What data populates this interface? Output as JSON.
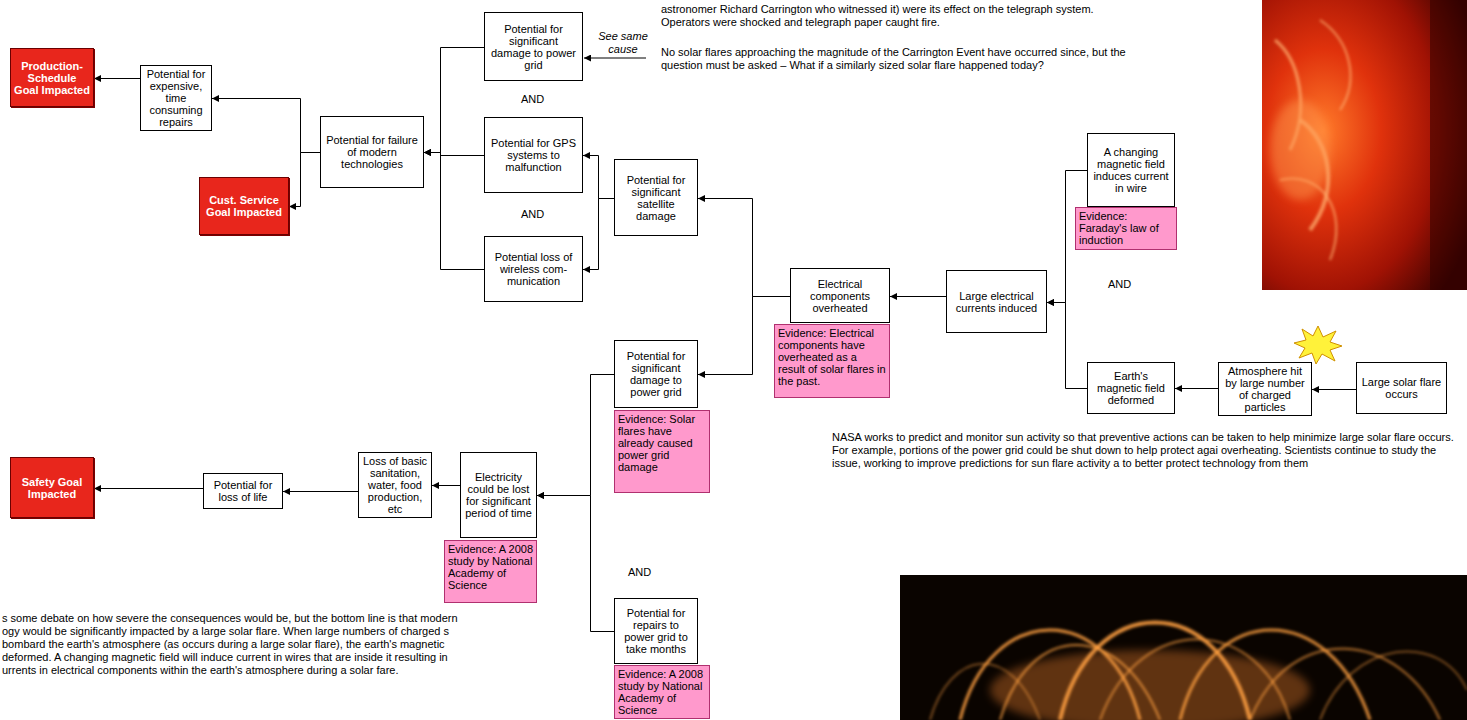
{
  "diagram": {
    "nodes": [
      {
        "text": [
          "Production-Schedule Goal Impacted"
        ]
      },
      {
        "text": [
          "Potential for expensive, time consuming repairs"
        ]
      },
      {
        "text": [
          "Cust. Service Goal Impacted"
        ]
      },
      {
        "text": [
          "Potential for failure of modern technologies"
        ]
      },
      {
        "text": [
          "Potential for significant damage to power grid"
        ]
      },
      {
        "text": [
          "Potential for GPS systems to malfunction"
        ]
      },
      {
        "text": [
          "Potential loss of wireless com- munication"
        ]
      },
      {
        "text": [
          "Potential for significant satellite damage"
        ]
      },
      {
        "text": [
          "Electrical components overheated"
        ]
      },
      {
        "text": [
          "Evidence: Electrical components have overheated as a result of solar flares in the past."
        ]
      },
      {
        "text": [
          "Large electrical currents induced"
        ]
      },
      {
        "text": [
          "A changing magnetic field induces current in wire"
        ]
      },
      {
        "text": [
          "Evidence: Faraday's law of induction"
        ]
      },
      {
        "text": [
          "Earth's magnetic field deformed"
        ]
      },
      {
        "text": [
          "Atmosphere hit by large number of charged particles"
        ]
      },
      {
        "text": [
          "Large solar flare occurs"
        ]
      },
      {
        "text": [
          "Potential for significant damage to power grid"
        ]
      },
      {
        "text": [
          "Evidence: Solar flares have already caused power grid damage"
        ]
      },
      {
        "text": [
          "Electricity could be lost for significant period of time"
        ]
      },
      {
        "text": [
          "Evidence: A 2008 study by National Academy of Science"
        ]
      },
      {
        "text": [
          "Loss of basic sanitation, water, food production, etc"
        ]
      },
      {
        "text": [
          "Potential for loss of life"
        ]
      },
      {
        "text": [
          "Safety Goal Impacted"
        ]
      },
      {
        "text": [
          "Potential for repairs to power grid to take months"
        ]
      },
      {
        "text": [
          "Evidence: A 2008 study by National Academy of Science"
        ]
      }
    ],
    "edges": [
      {
        "from": 1,
        "to": 0,
        "arrow": "to"
      },
      {
        "from": 3,
        "to": 1,
        "arrow": "to"
      },
      {
        "from": 3,
        "to": 2,
        "arrow": "to"
      },
      {
        "from": 4,
        "to": 3,
        "arrow": "to"
      },
      {
        "from": 5,
        "to": 3,
        "arrow": "to"
      },
      {
        "from": 6,
        "to": 3,
        "arrow": "to"
      },
      {
        "from": 7,
        "to": 5,
        "arrow": "to"
      },
      {
        "from": 7,
        "to": 6,
        "arrow": "to"
      },
      {
        "from": 8,
        "to": 7,
        "arrow": "to"
      },
      {
        "from": 8,
        "to": 16,
        "arrow": "to"
      },
      {
        "from": 10,
        "to": 8,
        "arrow": "to"
      },
      {
        "from": 11,
        "to": 10,
        "arrow": "to"
      },
      {
        "from": 13,
        "to": 10,
        "arrow": "to"
      },
      {
        "from": 14,
        "to": 13,
        "arrow": "to"
      },
      {
        "from": 15,
        "to": 14,
        "arrow": "to"
      },
      {
        "from": 16,
        "to": 18,
        "arrow": "to"
      },
      {
        "from": 23,
        "to": 18,
        "arrow": "to"
      },
      {
        "from": 18,
        "to": 20,
        "arrow": "to"
      },
      {
        "from": 20,
        "to": 21,
        "arrow": "to"
      },
      {
        "from": 21,
        "to": 22,
        "arrow": "to"
      }
    ],
    "labels": [
      "See same cause",
      "astronomer Richard Carrington who witnessed it) were its effect on the telegraph system. Operators were shocked and telegraph paper caught fire.",
      "No solar flares approaching the magnitude of the Carrington Event have occurred since, but the question must be asked – What if a similarly sized solar flare happened today?",
      "AND",
      "AND",
      "AND",
      "AND",
      "NASA works to predict and monitor sun activity so that preventive actions can be taken to help minimize large solar flare occurs. For example, portions of the power grid could be shut down to help protect agai overheating. Scientists continue to study the issue, working to improve predictions for sun flare activity a to better protect technology from them",
      "s some debate on how severe the consequences would be, but the bottom line is that modern ogy would be significantly impacted by a large solar flare. When large numbers of charged s bombard the earth's atmosphere (as occurs during a large solar flare), the earth's magnetic deformed. A changing magnetic field will induce current in wires that are inside it resulting in urrents in electrical components within the earth's atmosphere during a solar fare."
    ]
  }
}
